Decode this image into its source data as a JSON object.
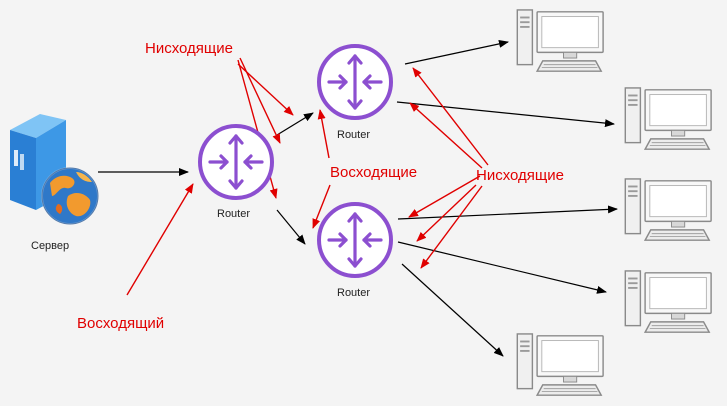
{
  "diagram": {
    "server": {
      "label": "Сервер",
      "icon": "server-globe-icon"
    },
    "routers": [
      {
        "label": "Router"
      },
      {
        "label": "Router"
      },
      {
        "label": "Router"
      }
    ],
    "computers": [
      {
        "icon": "desktop-computer-icon"
      },
      {
        "icon": "desktop-computer-icon"
      },
      {
        "icon": "desktop-computer-icon"
      },
      {
        "icon": "desktop-computer-icon"
      },
      {
        "icon": "desktop-computer-icon"
      }
    ],
    "annotations": {
      "downstream_top": "Нисходящие",
      "upstream_middle": "Восходящие",
      "downstream_right": "Нисходящие",
      "upstream_bottom": "Восходящий"
    },
    "colors": {
      "router": "#8c4fd0",
      "annotation": "#e00000",
      "link": "#000000",
      "server": "#2a7fd4",
      "background": "#f4f4f4"
    }
  }
}
